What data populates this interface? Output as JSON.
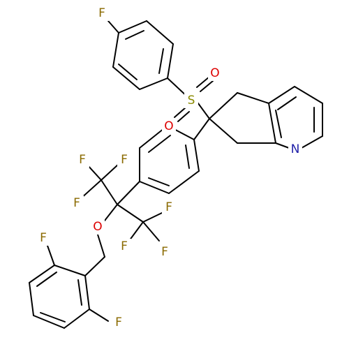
{
  "molecule": {
    "atoms": {
      "F_top": {
        "symbol": "F",
        "color": "#8a6a00"
      },
      "S": {
        "symbol": "S",
        "color": "#8a8a00"
      },
      "O_s1": {
        "symbol": "O",
        "color": "#dd0000"
      },
      "O_s2": {
        "symbol": "O",
        "color": "#dd0000"
      },
      "N": {
        "symbol": "N",
        "color": "#1f1fa8"
      },
      "F1": {
        "symbol": "F",
        "color": "#8a6a00"
      },
      "F2": {
        "symbol": "F",
        "color": "#8a6a00"
      },
      "F3": {
        "symbol": "F",
        "color": "#8a6a00"
      },
      "O_eth": {
        "symbol": "O",
        "color": "#dd0000"
      },
      "F4": {
        "symbol": "F",
        "color": "#8a6a00"
      },
      "F5": {
        "symbol": "F",
        "color": "#8a6a00"
      },
      "F6": {
        "symbol": "F",
        "color": "#8a6a00"
      },
      "F_bl": {
        "symbol": "F",
        "color": "#8a6a00"
      },
      "F_br": {
        "symbol": "F",
        "color": "#8a6a00"
      }
    },
    "bond_color": "#000000"
  }
}
